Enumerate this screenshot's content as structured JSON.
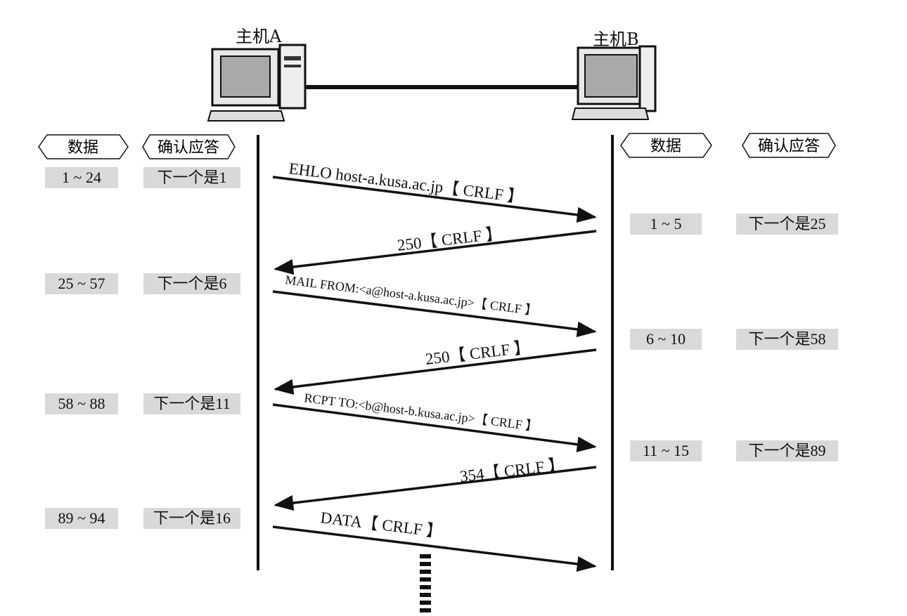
{
  "hosts": {
    "a": "主机A",
    "b": "主机B"
  },
  "headers": {
    "left_data": "数据",
    "left_ack": "确认应答",
    "right_data": "数据",
    "right_ack": "确认应答"
  },
  "left_rows": [
    {
      "data": "1 ~ 24",
      "ack": "下一个是1"
    },
    {
      "data": "25 ~ 57",
      "ack": "下一个是6"
    },
    {
      "data": "58 ~ 88",
      "ack": "下一个是11"
    },
    {
      "data": "89 ~ 94",
      "ack": "下一个是16"
    }
  ],
  "right_rows": [
    {
      "data": "1 ~ 5",
      "ack": "下一个是25"
    },
    {
      "data": "6 ~ 10",
      "ack": "下一个是58"
    },
    {
      "data": "11 ~ 15",
      "ack": "下一个是89"
    }
  ],
  "messages": [
    {
      "text": "EHLO host-a.kusa.ac.jp【 CRLF 】",
      "direction": "A→B"
    },
    {
      "text": "250【 CRLF 】",
      "direction": "B→A"
    },
    {
      "text": "MAIL FROM:<a@host-a.kusa.ac.jp>【 CRLF 】",
      "direction": "A→B"
    },
    {
      "text": "250【 CRLF 】",
      "direction": "B→A"
    },
    {
      "text": "RCPT TO:<b@host-b.kusa.ac.jp>【 CRLF 】",
      "direction": "A→B"
    },
    {
      "text": "354【 CRLF 】",
      "direction": "B→A"
    },
    {
      "text": "DATA【 CRLF 】",
      "direction": "A→B"
    }
  ],
  "icons": {
    "host_a": "desktop-computer-icon",
    "host_b": "desktop-computer-icon"
  }
}
